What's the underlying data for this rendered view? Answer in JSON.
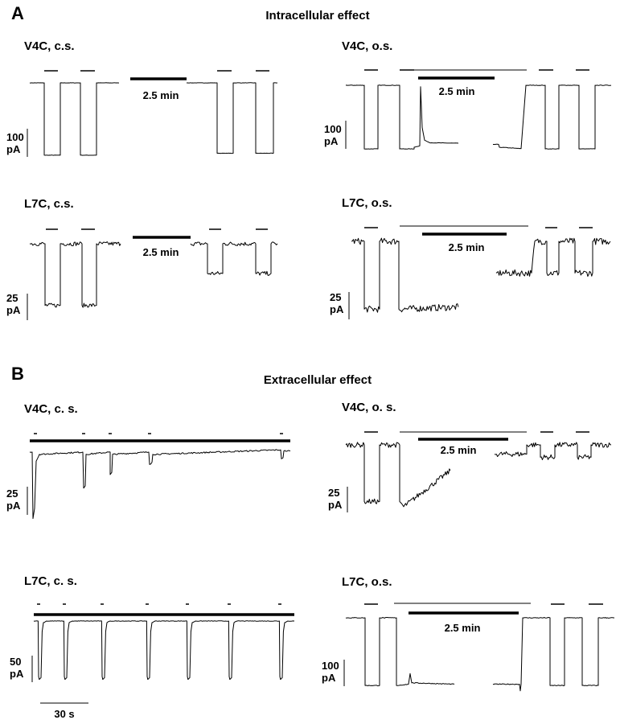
{
  "sections": [
    {
      "letter": "A",
      "title": "Intracellular effect"
    },
    {
      "letter": "B",
      "title": "Extracellular effect"
    }
  ],
  "time_scale_label": "30 s",
  "chart_data": [
    {
      "type": "line",
      "title": "V4C, c.s.",
      "ylabel": "pA",
      "scale_label": [
        "100",
        "pA"
      ],
      "scale_pA": 100,
      "gap_label": "2.5 min",
      "noise_pA": 0.5,
      "x_unit": "s",
      "y_unit": "pA",
      "stim": [
        [
          9,
          17.5
        ],
        [
          31.5,
          40.5
        ],
        [
          116.5,
          125.5
        ],
        [
          140.5,
          149
        ]
      ],
      "thin_bar": null,
      "thick_bar": [
        62.5,
        97.5
      ],
      "segments": [
        [
          [
            0,
            0
          ],
          [
            9,
            0
          ],
          [
            9,
            -257
          ],
          [
            19,
            -257
          ],
          [
            19,
            0
          ],
          [
            31.5,
            0
          ],
          [
            31.5,
            -257
          ],
          [
            41.5,
            -257
          ],
          [
            41.5,
            0
          ],
          [
            55.5,
            0
          ]
        ],
        [
          [
            97.5,
            0
          ],
          [
            116.5,
            0
          ],
          [
            116.5,
            -250
          ],
          [
            126.5,
            -250
          ],
          [
            126.5,
            0
          ],
          [
            140.5,
            0
          ],
          [
            140.5,
            -250
          ],
          [
            151.5,
            -250
          ],
          [
            151.5,
            0
          ],
          [
            154,
            0
          ]
        ]
      ]
    },
    {
      "type": "line",
      "title": "V4C, o.s.",
      "ylabel": "pA",
      "scale_label": [
        "100",
        "pA"
      ],
      "scale_pA": 100,
      "gap_label": "2.5 min",
      "noise_pA": 0.8,
      "x_unit": "s",
      "y_unit": "pA",
      "stim": [
        [
          11.5,
          20
        ],
        [
          33.5,
          42.5
        ],
        [
          120,
          129
        ],
        [
          143,
          151.5
        ]
      ],
      "thin_bar": [
        33.5,
        112.5
      ],
      "thick_bar": [
        45,
        92.5
      ],
      "segments": [
        [
          [
            0,
            0
          ],
          [
            11.5,
            0
          ],
          [
            11.5,
            -226
          ],
          [
            20,
            -226
          ],
          [
            20,
            0
          ],
          [
            33.5,
            0
          ],
          [
            33.5,
            -226
          ],
          [
            42.5,
            -226
          ],
          [
            42.5,
            -220
          ],
          [
            46,
            -215
          ],
          [
            46.5,
            -5
          ],
          [
            47.5,
            -150
          ],
          [
            49,
            -195
          ],
          [
            52,
            -204
          ],
          [
            70,
            -206
          ]
        ],
        [
          [
            91.5,
            -210
          ],
          [
            95,
            -210
          ],
          [
            95.5,
            -220
          ],
          [
            109,
            -225
          ],
          [
            112,
            0
          ],
          [
            124,
            0
          ],
          [
            124,
            -226
          ],
          [
            132.5,
            -226
          ],
          [
            132.5,
            0
          ],
          [
            145,
            0
          ],
          [
            145,
            -226
          ],
          [
            155,
            -226
          ],
          [
            155,
            0
          ],
          [
            165,
            0
          ]
        ]
      ]
    },
    {
      "type": "line",
      "title": "L7C, c.s.",
      "ylabel": "pA",
      "scale_label": [
        "25",
        "pA"
      ],
      "scale_pA": 25,
      "gap_label": "2.5 min",
      "noise_pA": 2,
      "x_unit": "s",
      "y_unit": "pA",
      "stim": [
        [
          10,
          17.5
        ],
        [
          32,
          40.5
        ],
        [
          111.5,
          119
        ],
        [
          140.5,
          148
        ]
      ],
      "thin_bar": null,
      "thick_bar": [
        64,
        100
      ],
      "segments": [
        [
          [
            0,
            0
          ],
          [
            9.5,
            0
          ],
          [
            9.5,
            -58
          ],
          [
            19,
            -58
          ],
          [
            19,
            0
          ],
          [
            32.5,
            0
          ],
          [
            32.5,
            -58
          ],
          [
            41.5,
            -58
          ],
          [
            41.5,
            0
          ],
          [
            56.5,
            0
          ]
        ],
        [
          [
            100,
            0
          ],
          [
            110.5,
            0
          ],
          [
            110.5,
            -28
          ],
          [
            120,
            -28
          ],
          [
            120,
            0
          ],
          [
            140.5,
            0
          ],
          [
            140.5,
            -28
          ],
          [
            150,
            -28
          ],
          [
            150,
            0
          ],
          [
            154,
            0
          ]
        ]
      ]
    },
    {
      "type": "line",
      "title": "L7C, o.s.",
      "ylabel": "pA",
      "scale_label": [
        "25",
        "pA"
      ],
      "scale_pA": 25,
      "gap_label": "2.5 min",
      "noise_pA": 3,
      "x_unit": "s",
      "y_unit": "pA",
      "stim": [
        [
          8,
          16.5
        ],
        [
          120.5,
          128
        ],
        [
          141.5,
          150
        ]
      ],
      "thin_bar": [
        30,
        110
      ],
      "thick_bar": [
        44,
        96.5
      ],
      "segments": [
        [
          [
            0,
            0
          ],
          [
            8,
            0
          ],
          [
            8,
            -62
          ],
          [
            17.5,
            -62
          ],
          [
            17.5,
            0
          ],
          [
            29.5,
            0
          ],
          [
            29.5,
            -62
          ],
          [
            66.5,
            -60
          ]
        ],
        [
          [
            90,
            -29
          ],
          [
            112,
            -29
          ],
          [
            114,
            0
          ],
          [
            121.5,
            0
          ],
          [
            121.5,
            -29
          ],
          [
            129,
            -29
          ],
          [
            129,
            0
          ],
          [
            139,
            0
          ],
          [
            139,
            -29
          ],
          [
            150,
            -29
          ],
          [
            150,
            0
          ],
          [
            161,
            0
          ]
        ]
      ]
    },
    {
      "type": "line",
      "title": "V4C, c. s.",
      "ylabel": "pA",
      "scale_label": [
        "25",
        "pA"
      ],
      "scale_pA": 25,
      "gap_label": null,
      "noise_pA": 0.6,
      "x_unit": "s",
      "y_unit": "pA",
      "stim": [
        [
          2.5,
          4.5
        ],
        [
          32.5,
          34.5
        ],
        [
          49,
          51
        ],
        [
          73.5,
          75.5
        ],
        [
          155.5,
          157.5
        ]
      ],
      "thin_bar": null,
      "thick_bar": [
        0,
        162
      ],
      "segments": [
        [
          [
            0,
            0
          ],
          [
            1.5,
            0
          ],
          [
            2,
            -59
          ],
          [
            3,
            -50
          ],
          [
            4,
            -8
          ],
          [
            6,
            -2
          ],
          [
            33,
            0
          ],
          [
            33.5,
            -32
          ],
          [
            34.5,
            -30
          ],
          [
            35,
            -2
          ],
          [
            50,
            0
          ],
          [
            50,
            -20
          ],
          [
            51,
            -18
          ],
          [
            51.5,
            -2
          ],
          [
            74,
            0
          ],
          [
            74.5,
            -11
          ],
          [
            76,
            -9
          ],
          [
            76.5,
            -2
          ],
          [
            156,
            2
          ],
          [
            156.5,
            -6
          ],
          [
            157.5,
            -5
          ],
          [
            158,
            1
          ],
          [
            162,
            1
          ]
        ]
      ]
    },
    {
      "type": "line",
      "title": "V4C, o. s.",
      "ylabel": "pA",
      "scale_label": [
        "25",
        "pA"
      ],
      "scale_pA": 25,
      "gap_label": "2.5 min",
      "noise_pA": 2.5,
      "x_unit": "s",
      "y_unit": "pA",
      "stim": [
        [
          11.5,
          20
        ],
        [
          121,
          129
        ],
        [
          143,
          151.5
        ]
      ],
      "thin_bar": [
        33.5,
        112.5
      ],
      "thick_bar": [
        45,
        101
      ],
      "segments": [
        [
          [
            0,
            0
          ],
          [
            11.5,
            0
          ],
          [
            11.5,
            -55
          ],
          [
            21,
            -55
          ],
          [
            21,
            0
          ],
          [
            33.5,
            0
          ],
          [
            33.5,
            -55
          ],
          [
            36,
            -60
          ],
          [
            65,
            -25
          ]
        ],
        [
          [
            92.5,
            -9
          ],
          [
            112.5,
            -9
          ],
          [
            112.5,
            0
          ],
          [
            121,
            0
          ],
          [
            121,
            -12
          ],
          [
            130,
            -12
          ],
          [
            130,
            0
          ],
          [
            144,
            0
          ],
          [
            144,
            -12
          ],
          [
            152.5,
            -12
          ],
          [
            152.5,
            0
          ],
          [
            165,
            0
          ]
        ]
      ]
    },
    {
      "type": "line",
      "title": "L7C, c. s.",
      "ylabel": "pA",
      "scale_label": [
        "50",
        "pA"
      ],
      "scale_pA": 50,
      "gap_label": null,
      "noise_pA": 0.5,
      "x_unit": "s",
      "y_unit": "pA",
      "spike_times": [
        3,
        19,
        42.5,
        70.5,
        95.5,
        121.5,
        153
      ],
      "spike_amp": -110,
      "stim": [
        [
          2,
          4
        ],
        [
          18,
          20
        ],
        [
          41.5,
          43.5
        ],
        [
          69.5,
          71.5
        ],
        [
          94.5,
          96.5
        ],
        [
          120.5,
          122.5
        ],
        [
          152,
          154
        ]
      ],
      "thin_bar": null,
      "thick_bar": [
        0,
        162
      ],
      "segments": []
    },
    {
      "type": "line",
      "title": "L7C, o.s.",
      "ylabel": "pA",
      "scale_label": [
        "100",
        "pA"
      ],
      "scale_pA": 100,
      "gap_label": "2.5 min",
      "noise_pA": 1.5,
      "x_unit": "s",
      "y_unit": "pA",
      "stim": [
        [
          11.5,
          20
        ],
        [
          127.5,
          136
        ],
        [
          151,
          160
        ]
      ],
      "thin_bar": [
        30,
        115
      ],
      "thick_bar": [
        39,
        107.5
      ],
      "segments": [
        [
          [
            0,
            0
          ],
          [
            12,
            0
          ],
          [
            12,
            -255
          ],
          [
            21,
            -255
          ],
          [
            21,
            0
          ],
          [
            31.5,
            0
          ],
          [
            31.5,
            -255
          ],
          [
            39,
            -250
          ],
          [
            40,
            -210
          ],
          [
            41,
            -245
          ],
          [
            67.5,
            -250
          ]
        ],
        [
          [
            91.5,
            -250
          ],
          [
            108,
            -250
          ],
          [
            108.5,
            -275
          ],
          [
            109,
            -250
          ],
          [
            110,
            0
          ],
          [
            127,
            0
          ],
          [
            127,
            -255
          ],
          [
            136,
            -255
          ],
          [
            136,
            0
          ],
          [
            147,
            0
          ],
          [
            147,
            -255
          ],
          [
            157,
            -255
          ],
          [
            157,
            0
          ],
          [
            167,
            0
          ]
        ]
      ]
    }
  ]
}
